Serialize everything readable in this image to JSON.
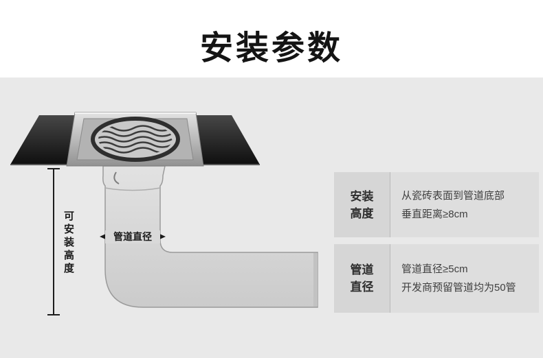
{
  "title": "安装参数",
  "diagram": {
    "height_label": "可安装高度",
    "diameter_label": "管道直径"
  },
  "specs": [
    {
      "label_line1": "安装",
      "label_line2": "高度",
      "text_line1": "从瓷砖表面到管道底部",
      "text_line2": "垂直距离≥8cm"
    },
    {
      "label_line1": "管道",
      "label_line2": "直径",
      "text_line1": "管道直径≥5cm",
      "text_line2": "开发商预留管道均为50管"
    }
  ]
}
